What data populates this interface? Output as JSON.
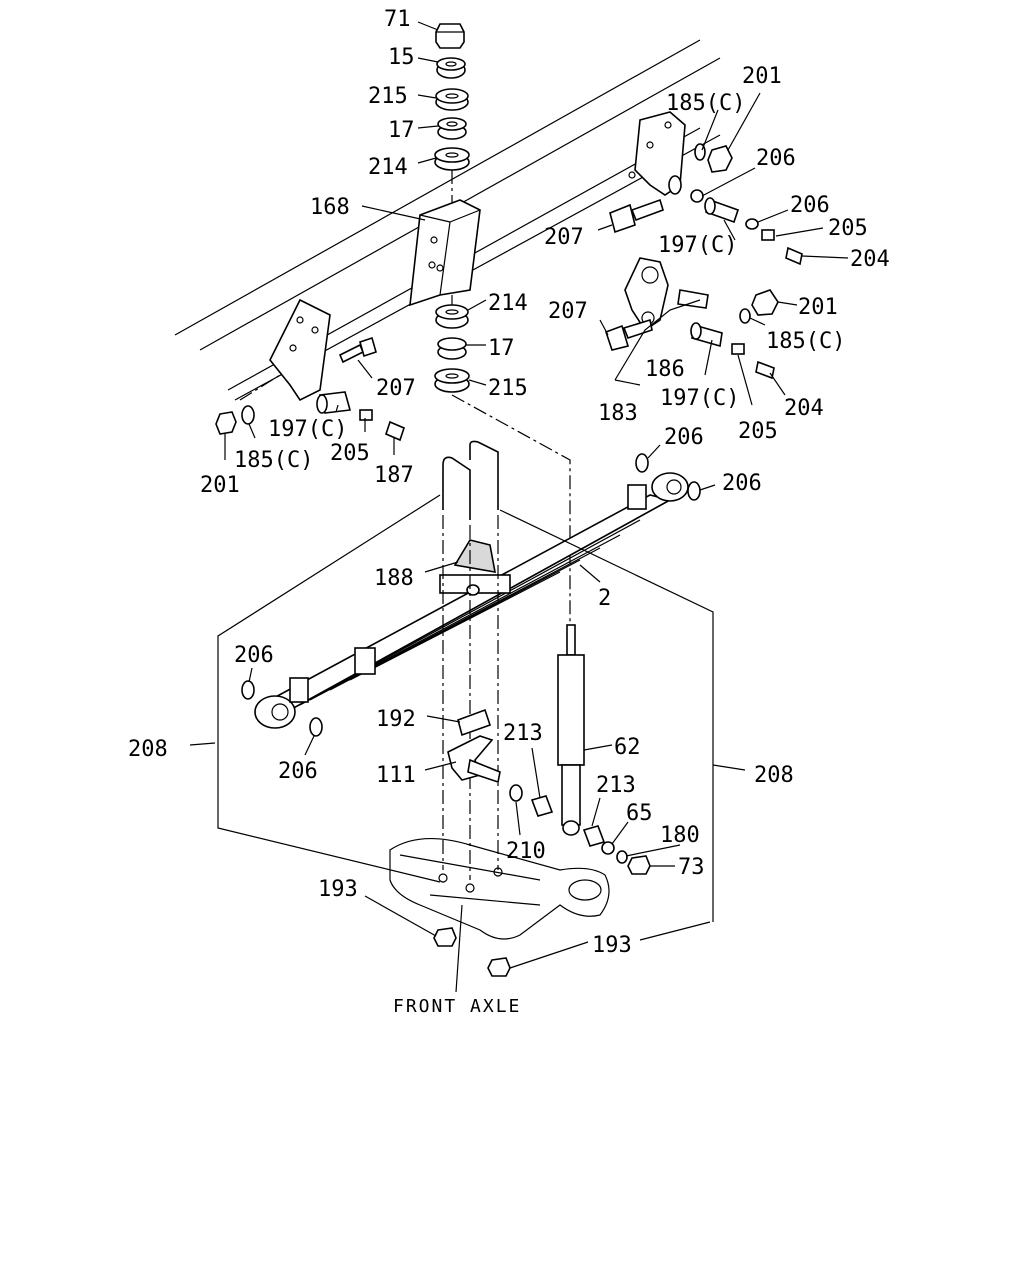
{
  "title": "FRONT AXLE",
  "labels": {
    "l71": "71",
    "l15": "15",
    "l215a": "215",
    "l17a": "17",
    "l214a": "214",
    "l168": "168",
    "l214b": "214",
    "l17b": "17",
    "l215b": "215",
    "l185c_a": "185(C)",
    "l201_a": "201",
    "l206_a": "206",
    "l207_a": "207",
    "l206_b": "206",
    "l197c_a": "197(C)",
    "l205_a": "205",
    "l204_a": "204",
    "l207_b": "207",
    "l201_b": "201",
    "l185c_b": "185(C)",
    "l186": "186",
    "l183": "183",
    "l197c_b": "197(C)",
    "l205_b": "205",
    "l204_b": "204",
    "l207_c": "207",
    "l197c_c": "197(C)",
    "l185c_c": "185(C)",
    "l205_c": "205",
    "l201_c": "201",
    "l187": "187",
    "l206_c": "206",
    "l206_d": "206",
    "l188": "188",
    "l2": "2",
    "l206_e": "206",
    "l206_f": "206",
    "l208_a": "208",
    "l208_b": "208",
    "l192": "192",
    "l111": "111",
    "l213_a": "213",
    "l62": "62",
    "l213_b": "213",
    "l65": "65",
    "l180": "180",
    "l73": "73",
    "l210": "210",
    "l193_a": "193",
    "l193_b": "193"
  },
  "icons": [
    "nut-icon",
    "washer-icon",
    "bushing-icon",
    "bolt-icon",
    "grease-fitting-icon"
  ]
}
